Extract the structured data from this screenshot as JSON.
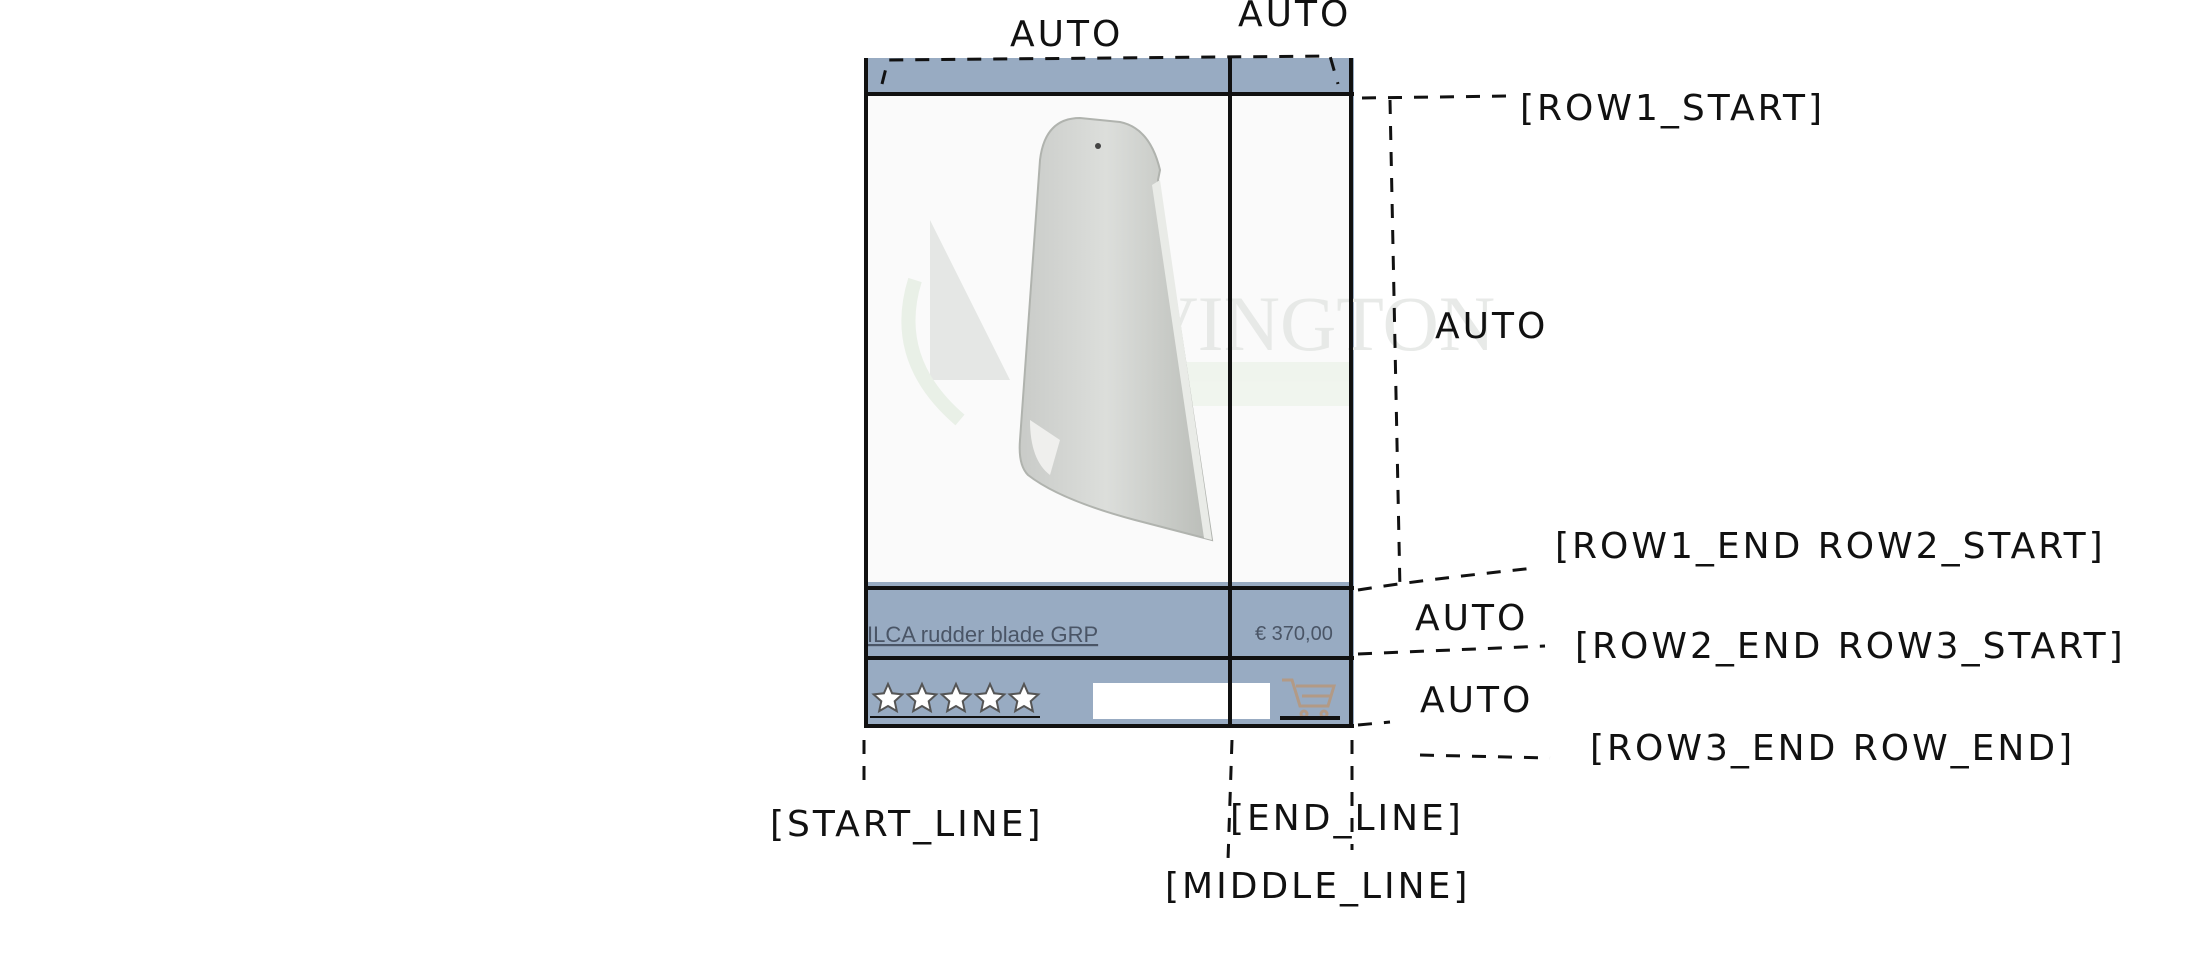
{
  "card": {
    "product_name": "ILCA rudder blade GRP",
    "price": "€ 370,00",
    "rating_stars": 5,
    "watermark": "OVINGTON",
    "colors": {
      "panel": "#98abc2",
      "ink": "#111111",
      "link": "#4a5566"
    }
  },
  "annotations": {
    "col_auto_1": "AUTO",
    "col_auto_2": "AUTO",
    "row1_start": "[ROW1_START]",
    "row_auto_1": "AUTO",
    "row1_end_row2_start": "[ROW1_END   ROW2_START]",
    "row_auto_2": "AUTO",
    "row2_end_row3_start": "[ROW2_END   ROW3_START]",
    "row_auto_3": "AUTO",
    "row3_end_row_end": "[ROW3_END   ROW_END]",
    "start_line": "[START_LINE]",
    "end_line": "[END_LINE]",
    "middle_line": "[MIDDLE_LINE]"
  },
  "icons": [
    "star-icon",
    "shopping-cart-icon"
  ]
}
